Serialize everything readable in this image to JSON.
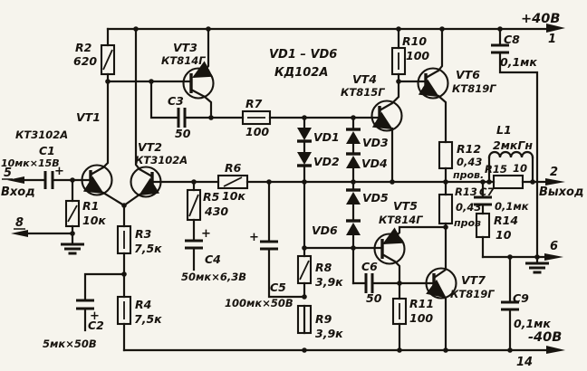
{
  "schematic": {
    "power_pos": "+40В",
    "power_neg": "-40В",
    "input_label": "Вход",
    "output_label": "Выход",
    "plus": "+",
    "terminals": {
      "t1": "1",
      "t2": "2",
      "t5": "5",
      "t6": "6",
      "t8": "8",
      "t14": "14"
    },
    "diode_group_range": "VD1 – VD6",
    "diode_group_type": "КД102А"
  },
  "c": {
    "R1": {
      "r": "R1",
      "v": "10к"
    },
    "R2": {
      "r": "R2",
      "v": "620"
    },
    "R3": {
      "r": "R3",
      "v": "7,5к"
    },
    "R4": {
      "r": "R4",
      "v": "7,5к"
    },
    "R5": {
      "r": "R5",
      "v": "430"
    },
    "R6": {
      "r": "R6",
      "v": "10к"
    },
    "R7": {
      "r": "R7",
      "v": "100"
    },
    "R8": {
      "r": "R8",
      "v": "3,9к"
    },
    "R9": {
      "r": "R9",
      "v": "3,9к"
    },
    "R10": {
      "r": "R10",
      "v": "100"
    },
    "R11": {
      "r": "R11",
      "v": "100"
    },
    "R12": {
      "r": "R12",
      "v": "0,43",
      "n": "пров."
    },
    "R13": {
      "r": "R13",
      "v": "0,43",
      "n": "пров"
    },
    "R14": {
      "r": "R14",
      "v": "10"
    },
    "R15": {
      "r": "R15",
      "v": "10"
    },
    "C1": {
      "r": "C1",
      "v": "10мк×15В"
    },
    "C2": {
      "r": "C2",
      "v": "5мк×50В"
    },
    "C3": {
      "r": "C3",
      "v": "50"
    },
    "C4": {
      "r": "C4",
      "v": "50мк×6,3В"
    },
    "C5": {
      "r": "C5",
      "v": "100мк×50В"
    },
    "C6": {
      "r": "C6",
      "v": "50"
    },
    "C7": {
      "r": "C7",
      "v": "0,1мк"
    },
    "C8": {
      "r": "C8",
      "v": "0,1мк"
    },
    "C9": {
      "r": "C9",
      "v": "0,1мк"
    },
    "L1": {
      "r": "L1",
      "v": "2мкГн"
    },
    "VT1": {
      "r": "VT1",
      "t": "КТ3102А"
    },
    "VT2": {
      "r": "VT2",
      "t": "КТ3102А"
    },
    "VT3": {
      "r": "VT3",
      "t": "КТ814Г"
    },
    "VT4": {
      "r": "VT4",
      "t": "КТ815Г"
    },
    "VT5": {
      "r": "VT5",
      "t": "КТ814Г"
    },
    "VT6": {
      "r": "VT6",
      "t": "КТ819Г"
    },
    "VT7": {
      "r": "VT7",
      "t": "КТ819Г"
    },
    "VD1": {
      "r": "VD1"
    },
    "VD2": {
      "r": "VD2"
    },
    "VD3": {
      "r": "VD3"
    },
    "VD4": {
      "r": "VD4"
    },
    "VD5": {
      "r": "VD5"
    },
    "VD6": {
      "r": "VD6"
    }
  }
}
